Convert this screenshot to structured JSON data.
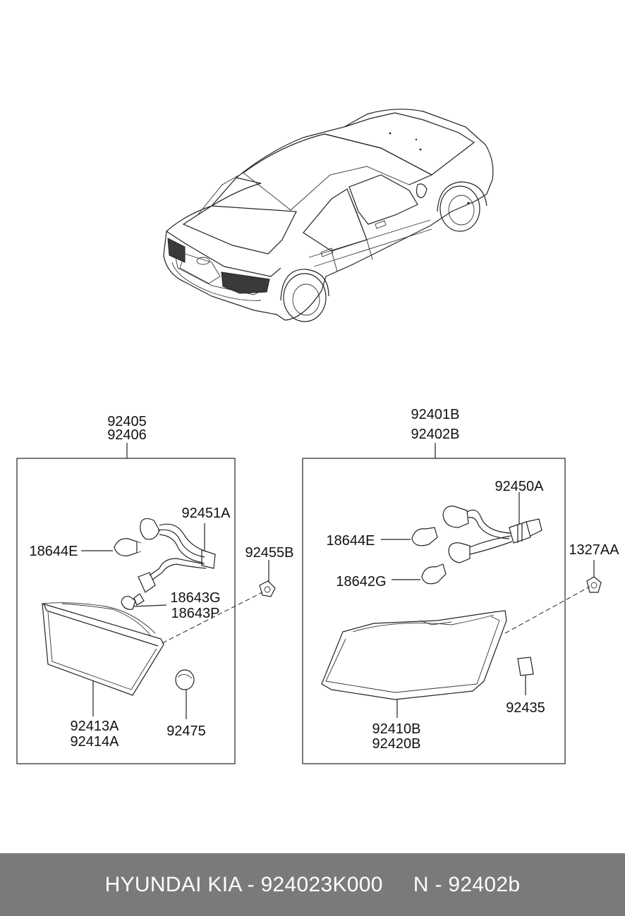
{
  "left_group": {
    "assembly": [
      "92405",
      "92406"
    ],
    "labels": {
      "connector": "92451A",
      "bulb_large": "18644E",
      "bulb_small": [
        "18643G",
        "18643P"
      ],
      "lens": [
        "92413A",
        "92414A"
      ],
      "cap": "92475"
    }
  },
  "right_group": {
    "assembly": [
      "92401B",
      "92402B"
    ],
    "labels": {
      "harness": "92450A",
      "bulb_top": "18644E",
      "bulb_bottom": "18642G",
      "lens": [
        "92410B",
        "92420B"
      ],
      "pad": "92435"
    }
  },
  "outside": {
    "grommet": "92455B",
    "nut": "1327AA"
  },
  "footer": {
    "text": "HYUNDAI KIA - 924023K000     N - 92402b"
  },
  "colors": {
    "footer_bg": "#7a7a7a",
    "lamp_dark": "#3a3a3a"
  }
}
